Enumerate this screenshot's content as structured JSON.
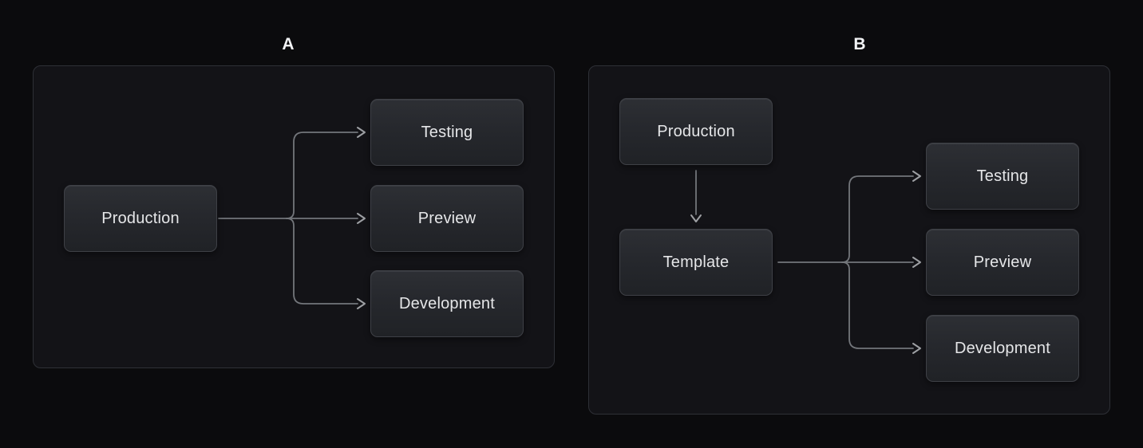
{
  "colors": {
    "page_background": "#0b0b0d",
    "panel_background": "#131317",
    "panel_border": "#2e3036",
    "node_background_top": "#2d2f34",
    "node_background_bottom": "#202226",
    "node_border": "#3e4046",
    "node_text": "#e5e6e8",
    "edge_line": "#73767b",
    "edge_arrowhead": "#9ea0a4",
    "title_text": "#f2f3f5"
  },
  "diagrams": [
    {
      "title": "A",
      "nodes": [
        {
          "id": "production",
          "label": "Production"
        },
        {
          "id": "testing",
          "label": "Testing"
        },
        {
          "id": "preview",
          "label": "Preview"
        },
        {
          "id": "development",
          "label": "Development"
        }
      ],
      "edges": [
        {
          "from": "production",
          "to": "testing"
        },
        {
          "from": "production",
          "to": "preview"
        },
        {
          "from": "production",
          "to": "development"
        }
      ]
    },
    {
      "title": "B",
      "nodes": [
        {
          "id": "production",
          "label": "Production"
        },
        {
          "id": "template",
          "label": "Template"
        },
        {
          "id": "testing",
          "label": "Testing"
        },
        {
          "id": "preview",
          "label": "Preview"
        },
        {
          "id": "development",
          "label": "Development"
        }
      ],
      "edges": [
        {
          "from": "production",
          "to": "template"
        },
        {
          "from": "template",
          "to": "testing"
        },
        {
          "from": "template",
          "to": "preview"
        },
        {
          "from": "template",
          "to": "development"
        }
      ]
    }
  ]
}
